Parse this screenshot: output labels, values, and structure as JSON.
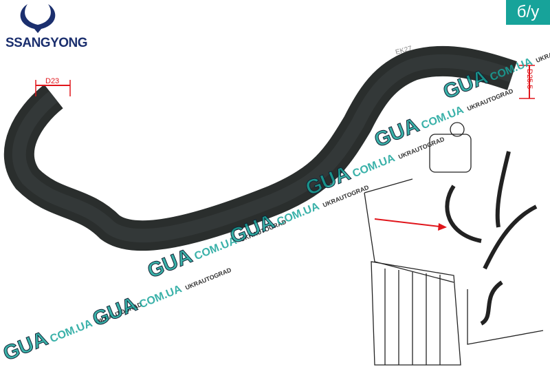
{
  "brand": {
    "name": "SsangYong",
    "wordmark": "SSANGYONG",
    "color": "#1b2f6e"
  },
  "badge": {
    "label": "б/у",
    "color": "#17a39a"
  },
  "dimensions": {
    "left": "D23",
    "right": "D25.5",
    "color": "#e0151b"
  },
  "part_marking": "EK27",
  "watermark": {
    "brand": "GUA",
    "domain": "COM.UA",
    "site": "UKRAUTOGRAD"
  }
}
